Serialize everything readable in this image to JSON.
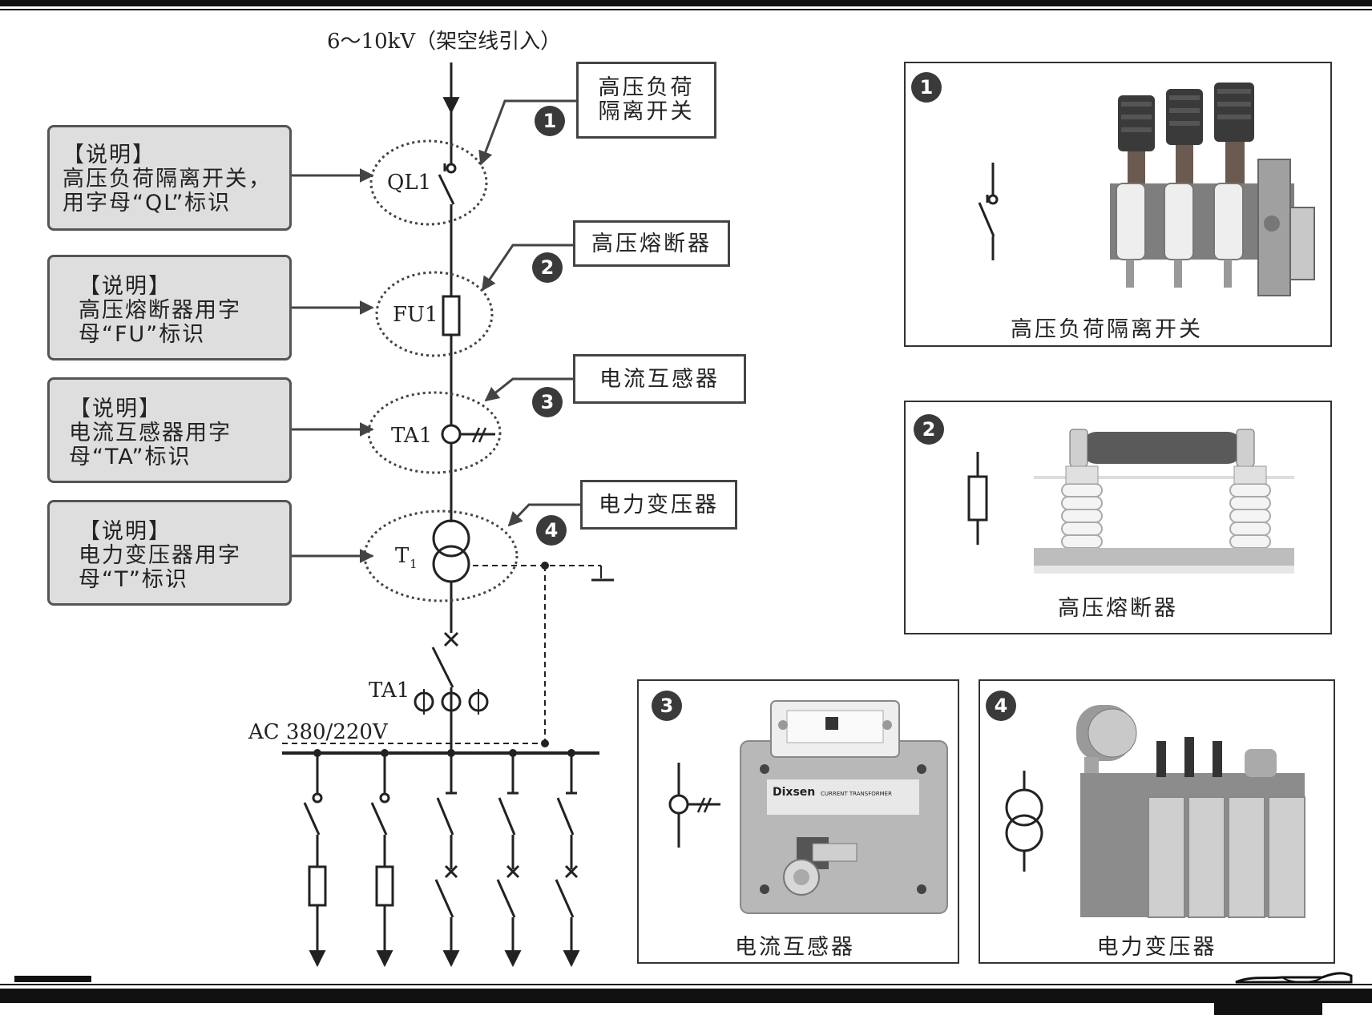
{
  "source_label": "6～10kV（架空线引入）",
  "bus_label": "AC 380/220V",
  "notes": [
    {
      "lines": [
        "【说明】",
        "高压负荷隔离开关，",
        "用字母“QL”标识"
      ]
    },
    {
      "lines": [
        "【说明】",
        "高压熔断器用字",
        "母“FU”标识"
      ]
    },
    {
      "lines": [
        "【说明】",
        "电流互感器用字",
        "母“TA”标识"
      ]
    },
    {
      "lines": [
        "【说明】",
        "电力变压器用字",
        "母“T”标识"
      ]
    }
  ],
  "callouts": [
    {
      "num": "1",
      "lines": [
        "高压负荷",
        "隔离开关"
      ]
    },
    {
      "num": "2",
      "lines": [
        "高压熔断器"
      ]
    },
    {
      "num": "3",
      "lines": [
        "电流互感器"
      ]
    },
    {
      "num": "4",
      "lines": [
        "电力变压器"
      ]
    }
  ],
  "components": {
    "ql": "QL1",
    "fu": "FU1",
    "ta": "TA1",
    "t": "T",
    "t_sub": "1",
    "ta_low": "TA1"
  },
  "panels": [
    {
      "num": "1",
      "caption": "高压负荷隔离开关"
    },
    {
      "num": "2",
      "caption": "高压熔断器"
    },
    {
      "num": "3",
      "caption": "电流互感器",
      "brand": "Dixsen",
      "brand_sub": "CURRENT TRANSFORMER"
    },
    {
      "num": "4",
      "caption": "电力变压器"
    }
  ]
}
